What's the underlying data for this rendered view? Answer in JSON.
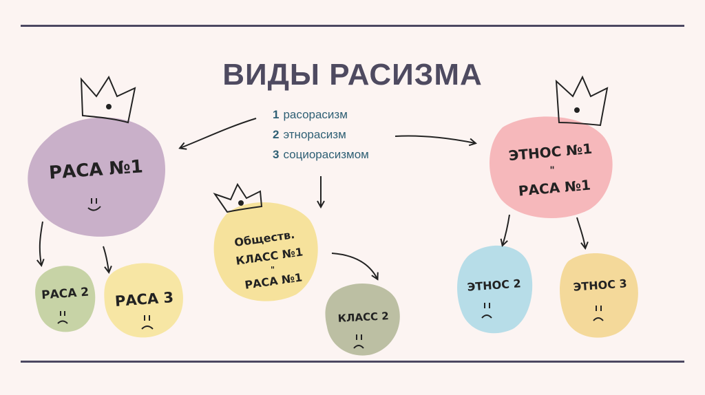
{
  "title": "ВИДЫ РАСИЗМА",
  "types": [
    {
      "num": "1",
      "label": "расорасизм"
    },
    {
      "num": "2",
      "label": "этнорасизм"
    },
    {
      "num": "3",
      "label": "социорасизмом"
    }
  ],
  "nodes": {
    "race1": {
      "line1": "РАСА №1",
      "face": "smile",
      "color": "#c9b0c9"
    },
    "race2": {
      "line1": "РАСА 2",
      "face": "sad",
      "color": "#c7d3a6"
    },
    "race3": {
      "line1": "РАСА 3",
      "face": "sad",
      "color": "#f7e6a4"
    },
    "class1": {
      "line1": "Обществ.",
      "line2": "КЛАСС №1",
      "line3": "\"",
      "line4": "РАСА №1",
      "color": "#f6e29c"
    },
    "class2": {
      "line1": "КЛАСС 2",
      "face": "sad",
      "color": "#bcbfa3"
    },
    "ethnos1": {
      "line1": "ЭТНОС №1",
      "line2": "\"",
      "line3": "РАСА №1",
      "color": "#f6b8bb"
    },
    "ethnos2": {
      "line1": "ЭТНОС 2",
      "face": "sad",
      "color": "#b7dde8"
    },
    "ethnos3": {
      "line1": "ЭТНОС 3",
      "face": "sad",
      "color": "#f4d99a"
    }
  },
  "colors": {
    "background": "#fcf4f2",
    "rule": "#4b4761",
    "title": "#4e4a60",
    "list_text": "#2e5f74"
  }
}
